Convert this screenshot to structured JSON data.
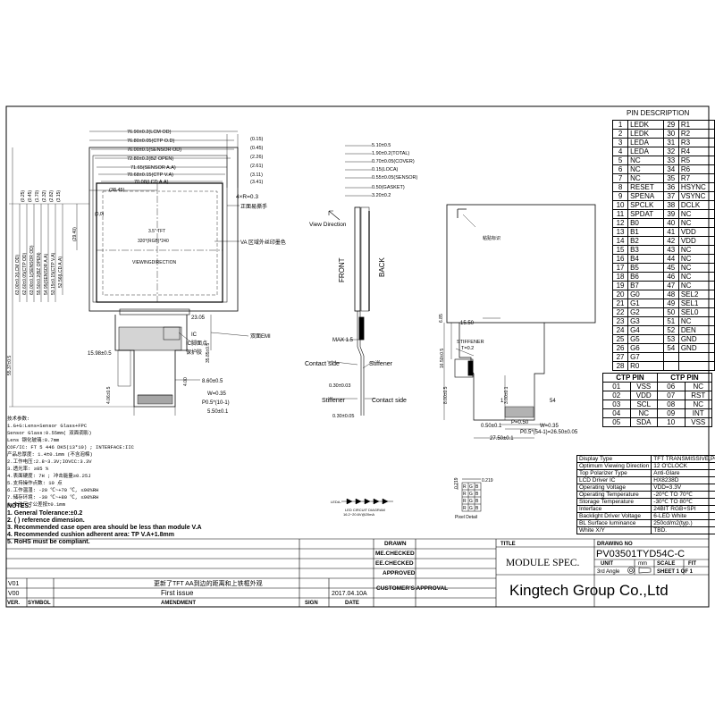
{
  "front_view": {
    "dims_top": [
      "76.90±0.2(LCM OD)",
      "76.80±0.05(CTP O.D)",
      "76.00±0.1(SENSOR OD)",
      "72.80±0.2(BZ OPEN)",
      "71.65(SENSOR A.A)",
      "70.68±0.15(CTP V.A)",
      "70.08(LCD A.A)",
      "(38.45)"
    ],
    "dims_right": [
      "(0.15)",
      "(0.45)",
      "(2.26)",
      "(2.61)",
      "(3.11)",
      "(3.41)"
    ],
    "dims_left": [
      "63.00±0.2(LCM OD)",
      "62.60±0.05(CTP OD)",
      "63.00±0.1(SENSOR OD)",
      "55.50±0.2(BZ OPEN)",
      "54.95(SENSOR A.A)",
      "53.15±0.15(CTP V.A)",
      "52.56(LCD A.A)",
      "(29.40)"
    ],
    "dims_left_small": [
      "(0.25)",
      "(0.45)",
      "(1.70)",
      "(2.32)",
      "(2.82)",
      "(3.15)"
    ],
    "origin": "(0,0)",
    "panel_lines": [
      "3.5\" TFT",
      "320*(RGB)*240",
      "VIEWINGDIRECTION"
    ],
    "angle_note": "4×R=0.3",
    "note_tape": "正面易撕手",
    "note_va": "VA 区域外丝印墨色",
    "note_emi": "双面EMI",
    "note_ic": [
      "IC",
      "IC脚面点",
      "保护胶"
    ],
    "dim_fpc": [
      "23.05",
      "15.98±0.5",
      "55.37±0.5",
      "35.85±0.5",
      "8.60±0.5",
      "4.00",
      "4.06±0.5",
      "P0.5*(10-1)",
      "5.50±0.1",
      "W=0.35"
    ]
  },
  "side_view": {
    "dims": [
      "5.10±0.5",
      "1.90±0.2(TOTAL)",
      "0.70±0.05(COVER)",
      "0.15(LOCA)",
      "0.55±0.05(SENSOR)",
      "0.50(GASKET)",
      "3.20±0.2"
    ],
    "view_direction": "View Direction",
    "front": "FRONT",
    "back": "BACK",
    "max": "MAX 1.5",
    "contact_side": "Contact side",
    "stiffener": "Stiffener",
    "d1": "0.30±0.03",
    "d2": "0.30±0.05"
  },
  "back_view": {
    "label_note": "粘贴标识",
    "dims": [
      "15.50",
      "6.85",
      "16.50±0.5",
      "8.00±0.5",
      "3.00±0.1",
      "0.50±0.1",
      "27.50±0.1",
      "P=0.50",
      "W=0.35",
      "P0.5*(54-1)=26.50±0.05"
    ],
    "stiffener": [
      "STIFFENER",
      "T=0.2"
    ],
    "pin1": "1",
    "pin54": "54"
  },
  "pin_description": {
    "title": "PIN DESCRIPTION",
    "rows": [
      [
        "1",
        "LEDK",
        "29",
        "R1"
      ],
      [
        "2",
        "LEDK",
        "30",
        "R2"
      ],
      [
        "3",
        "LEDA",
        "31",
        "R3"
      ],
      [
        "4",
        "LEDA",
        "32",
        "R4"
      ],
      [
        "5",
        "NC",
        "33",
        "R5"
      ],
      [
        "6",
        "NC",
        "34",
        "R6"
      ],
      [
        "7",
        "NC",
        "35",
        "R7"
      ],
      [
        "8",
        "RESET",
        "36",
        "HSYNC"
      ],
      [
        "9",
        "SPENA",
        "37",
        "VSYNC"
      ],
      [
        "10",
        "SPCLK",
        "38",
        "DCLK"
      ],
      [
        "11",
        "SPDAT",
        "39",
        "NC"
      ],
      [
        "12",
        "B0",
        "40",
        "NC"
      ],
      [
        "13",
        "B1",
        "41",
        "VDD"
      ],
      [
        "14",
        "B2",
        "42",
        "VDD"
      ],
      [
        "15",
        "B3",
        "43",
        "NC"
      ],
      [
        "16",
        "B4",
        "44",
        "NC"
      ],
      [
        "17",
        "B5",
        "45",
        "NC"
      ],
      [
        "18",
        "B6",
        "46",
        "NC"
      ],
      [
        "19",
        "B7",
        "47",
        "NC"
      ],
      [
        "20",
        "G0",
        "48",
        "SEL2"
      ],
      [
        "21",
        "G1",
        "49",
        "SEL1"
      ],
      [
        "22",
        "G2",
        "50",
        "SEL0"
      ],
      [
        "23",
        "G3",
        "51",
        "NC"
      ],
      [
        "24",
        "G4",
        "52",
        "DEN"
      ],
      [
        "25",
        "G5",
        "53",
        "GND"
      ],
      [
        "26",
        "G6",
        "54",
        "GND"
      ],
      [
        "27",
        "G7",
        "",
        ""
      ],
      [
        "28",
        "R0",
        "",
        ""
      ]
    ]
  },
  "ctp_pins": {
    "header": [
      "CTP PIN",
      "",
      "CTP PIN",
      ""
    ],
    "rows": [
      [
        "01",
        "VSS",
        "06",
        "NC"
      ],
      [
        "02",
        "VDD",
        "07",
        "RST"
      ],
      [
        "03",
        "SCL",
        "08",
        "NC"
      ],
      [
        "04",
        "NC",
        "09",
        "INT"
      ],
      [
        "05",
        "SDA",
        "10",
        "VSS"
      ]
    ]
  },
  "spec": {
    "rows": [
      [
        "Display Type",
        "TFT TRANSMISSIVE,POSITIVE"
      ],
      [
        "Optimum Viewing Direction",
        "12 O'CLOCK"
      ],
      [
        "Top Polarizer Type",
        "Anti-Glare"
      ],
      [
        "LCD Driver IC",
        "HX8238D"
      ],
      [
        "Operating Voltage",
        "VDD=3.3V"
      ],
      [
        "Operating Temperature",
        "-20℃ TO 70℃"
      ],
      [
        "Storage Temperature",
        "-30℃ TO 80℃"
      ],
      [
        "Interface",
        "24BIT    RGB+SPI"
      ],
      [
        "Backlight Driver Voltage",
        "6-LED White"
      ],
      [
        "BL Surface luminance",
        "250cd/m2(typ.)"
      ],
      [
        "White X/Y",
        "TBD."
      ]
    ]
  },
  "tech_params": [
    "技术参数:",
    "1.G+G:Lens+Sensor Glass+FPC",
    "Sensor Glass:0.55mm(    双面调影)",
    "Lens   钢化玻璃:0.7mm",
    "COF/IC:  FT  5  446 DK5(13*10)    ; INTERFACE:IIC",
    "产品总厚度: 1.4±0.1mm    (不含泡棉)",
    "2.工作电压:2.8~3.3V;IOVCC:3.3V",
    "3.透光率: ≥85 %",
    "4.表面硬度: 7H ; 冲击能量≥0.25J",
    "5.支持操作点数: 10 点",
    "6.工作温湿: -20 ℃~+70 ℃, ≤90%RH",
    "7.储存环境: -30 ℃~+80 ℃, ≤90%RH",
    "8.未注尺寸公差按±0.1mm"
  ],
  "notes": [
    "NOTES:",
    "1. General Tolerance:±0.2",
    "2. ( ) reference dimension.",
    "3. Recommended case open area should be less than module V.A",
    "4. Recommended cushion adherent area: TP V.A+1.8mm",
    "5. RoHS must be compliant."
  ],
  "led_circuit": {
    "top": "LEDA-",
    "caption": [
      "LED CIRCUIT DIAGRAM",
      "16.2~20.6V@20mA"
    ]
  },
  "pixel_detail": {
    "dim1": "0.219",
    "dim2": "0.219",
    "cells": [
      "R",
      "G",
      "B",
      "R",
      "G",
      "B",
      "R",
      "G",
      "B",
      "R",
      "G",
      "B"
    ],
    "caption": "Pixel Detail"
  },
  "revision": {
    "rows": [
      [
        "V01",
        "",
        "更新了TFT AA到边的距离和上铁框外观",
        "",
        ""
      ],
      [
        "V00",
        "",
        "First issue",
        "",
        "2017.04.10A"
      ]
    ],
    "header": [
      "VER.",
      "SYMBOL",
      "AMENDMENT",
      "SIGN",
      "DATE"
    ],
    "customer": "CUSTOMER'S APPROVAL"
  },
  "approvals": [
    "DRAWN",
    "ME.CHECKED",
    "EE.CHECKED",
    "APPROVED"
  ],
  "title_block": {
    "title_label": "TITLE",
    "title": "MODULE SPEC.",
    "drawing_no_label": "DRAWING NO",
    "drawing_no": "PV03501TYD54C-C",
    "unit_label": "UNIT",
    "unit": "mm",
    "scale_label": "SCALE",
    "scale": "FIT",
    "angle": "3rd Angle",
    "sheet": "SHEET  1 OF  1",
    "company": "Kingtech Group Co.,Ltd"
  }
}
